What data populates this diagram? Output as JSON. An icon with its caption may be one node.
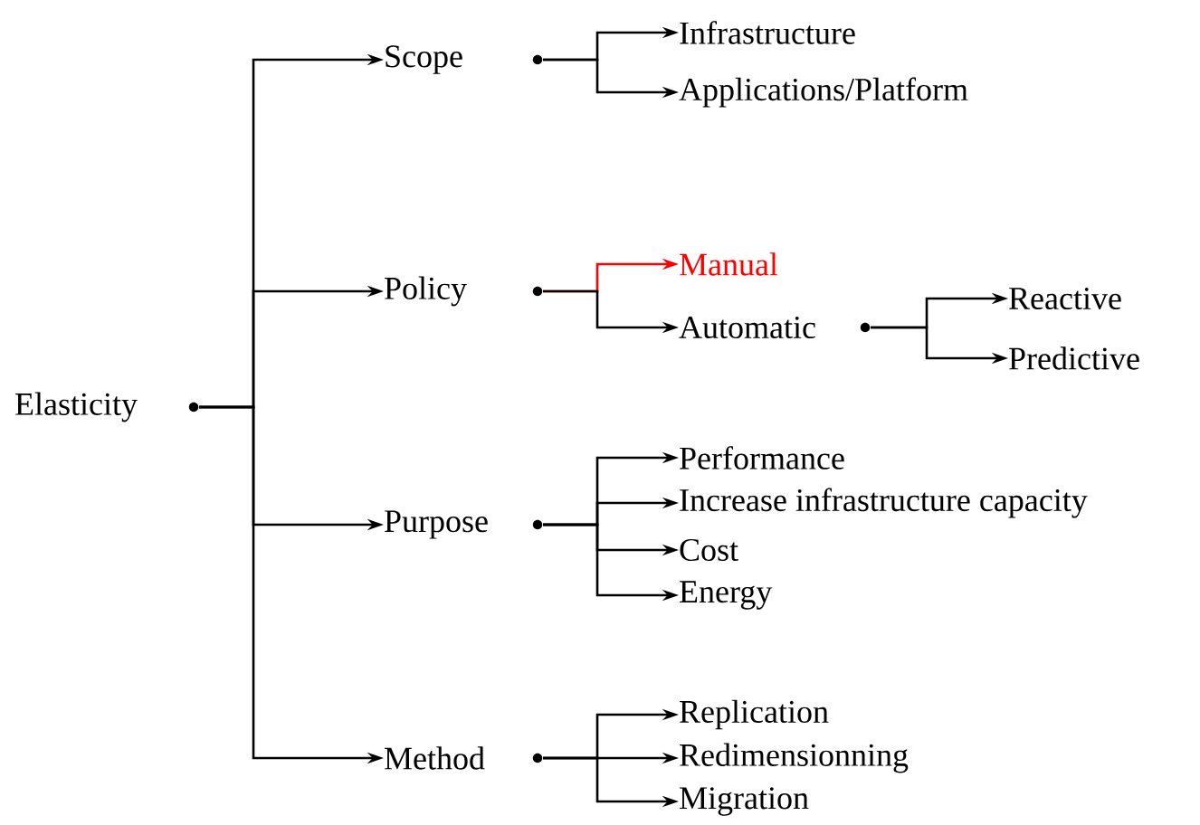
{
  "diagram": {
    "nodes": [
      {
        "text": [
          "Elasticity"
        ]
      },
      {
        "text": [
          "Scope"
        ]
      },
      {
        "text": [
          "Infrastructure"
        ]
      },
      {
        "text": [
          "Applications/Platform"
        ]
      },
      {
        "text": [
          "Policy"
        ]
      },
      {
        "text": [
          "Manual"
        ]
      },
      {
        "text": [
          "Automatic"
        ]
      },
      {
        "text": [
          "Reactive"
        ]
      },
      {
        "text": [
          "Predictive"
        ]
      },
      {
        "text": [
          "Purpose"
        ]
      },
      {
        "text": [
          "Performance"
        ]
      },
      {
        "text": [
          "Increase infrastructure capacity"
        ]
      },
      {
        "text": [
          "Cost"
        ]
      },
      {
        "text": [
          "Energy"
        ]
      },
      {
        "text": [
          "Method"
        ]
      },
      {
        "text": [
          "Replication"
        ]
      },
      {
        "text": [
          "Redimensionning"
        ]
      },
      {
        "text": [
          "Migration"
        ]
      }
    ],
    "edges": [
      {
        "from": 0,
        "to": 1,
        "arrow": "to"
      },
      {
        "from": 0,
        "to": 4,
        "arrow": "to"
      },
      {
        "from": 0,
        "to": 9,
        "arrow": "to"
      },
      {
        "from": 0,
        "to": 14,
        "arrow": "to"
      },
      {
        "from": 1,
        "to": 2,
        "arrow": "to"
      },
      {
        "from": 1,
        "to": 3,
        "arrow": "to"
      },
      {
        "from": 4,
        "to": 5,
        "arrow": "to",
        "color": "#ff0000"
      },
      {
        "from": 4,
        "to": 6,
        "arrow": "to"
      },
      {
        "from": 6,
        "to": 7,
        "arrow": "to"
      },
      {
        "from": 6,
        "to": 8,
        "arrow": "to"
      },
      {
        "from": 9,
        "to": 10,
        "arrow": "to"
      },
      {
        "from": 9,
        "to": 11,
        "arrow": "to"
      },
      {
        "from": 9,
        "to": 12,
        "arrow": "to"
      },
      {
        "from": 9,
        "to": 13,
        "arrow": "to"
      },
      {
        "from": 14,
        "to": 15,
        "arrow": "to"
      },
      {
        "from": 14,
        "to": 16,
        "arrow": "to"
      },
      {
        "from": 14,
        "to": 17,
        "arrow": "to"
      }
    ]
  }
}
